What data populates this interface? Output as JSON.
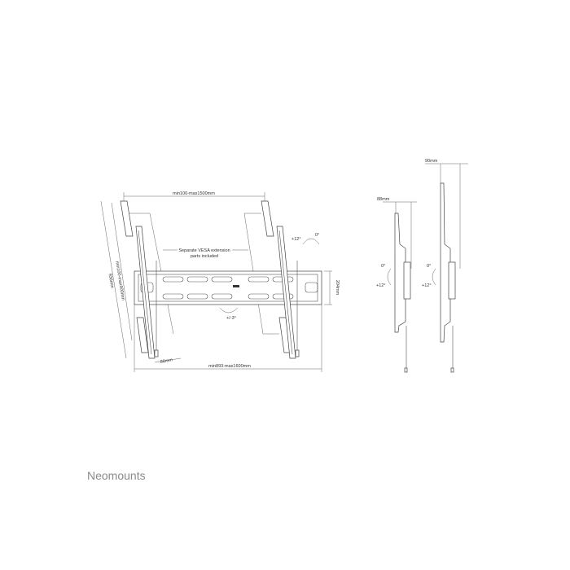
{
  "brand": "Neomounts",
  "front_view": {
    "width_top": "min100-max1500mm",
    "height_overall": "936mm",
    "height_vesa": "min100-max900mm",
    "note": "Separate VESA extension",
    "note_line2": "parts included",
    "tilt_plus": "+12°",
    "tilt_zero": "0°",
    "rail_height": "204mm",
    "level_adjust": "+/-3°",
    "depth": "88mm",
    "width_bottom": "min893-max1600mm"
  },
  "side_view_1": {
    "depth": "88mm",
    "tilt_zero": "0°",
    "tilt_plus": "+12°"
  },
  "side_view_2": {
    "depth": "90mm",
    "tilt_zero": "0°",
    "tilt_plus": "+12°"
  }
}
